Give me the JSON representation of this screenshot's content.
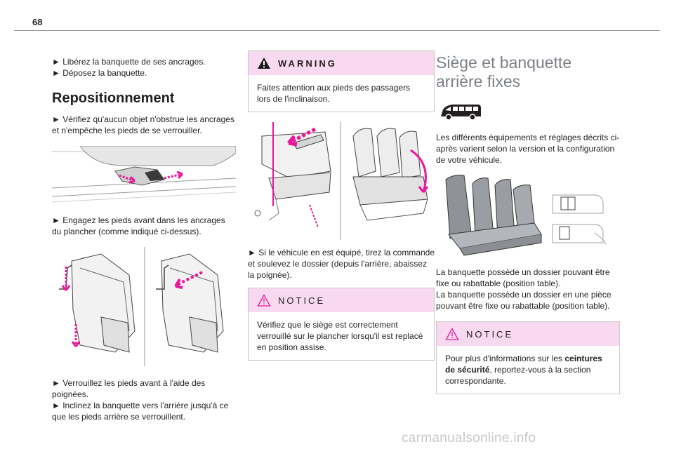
{
  "page": {
    "number": "68"
  },
  "col1": {
    "steps_top": [
      "► Libérez la banquette de ses ancrages.",
      "► Déposez la banquette."
    ],
    "heading": "Repositionnement",
    "step_check": "► Vérifiez qu'aucun objet n'obstrue les ancrages et n'empêche les pieds de se verrouiller.",
    "step_engage": "► Engagez les pieds avant dans les ancrages du plancher (comme indiqué ci-dessus).",
    "step_lock": "► Verrouillez les pieds avant à l'aide des poignées.",
    "step_tilt": "► Inclinez la banquette vers l'arrière jusqu'à ce que les pieds arrière se verrouillent."
  },
  "col2": {
    "warning": {
      "label": "WARNING",
      "text": "Faites attention aux pieds des passagers lors de l'inclinaison."
    },
    "step_seat": "► Si le véhicule en est équipé, tirez la commande et soulevez le dossier (depuis l'arrière, abaissez la poignée).",
    "notice": {
      "label": "NOTICE",
      "text": "Vérifiez que le siège est correctement verrouillé sur le plancher lorsqu'il est replacé en position assise."
    }
  },
  "col3": {
    "title": "Siège et banquette arrière fixes",
    "intro": "Les différents équipements et réglages décrits ci-après varient selon la version et la configuration de votre véhicule.",
    "para1": "La banquette possède un dossier pouvant être fixe ou rabattable (position table).",
    "para2": "La banquette possède un dossier en une pièce pouvant être fixe ou rabattable (position table).",
    "notice": {
      "label": "NOTICE",
      "text_before": "Pour plus d'informations sur les ",
      "text_bold": "ceintures de sécurité",
      "text_after": ", reportez-vous à la section correspondante."
    }
  },
  "footer": {
    "watermark": "carmanualsonline.info"
  },
  "colors": {
    "accent": "#e8179b",
    "box_head": "#f9d9ef",
    "title_gray": "#7c8086",
    "warning_icon": "#1a1a1a",
    "notice_icon": "#e8179b"
  },
  "icons": [
    "warning-triangle-icon",
    "notice-triangle-icon",
    "van-icon"
  ]
}
